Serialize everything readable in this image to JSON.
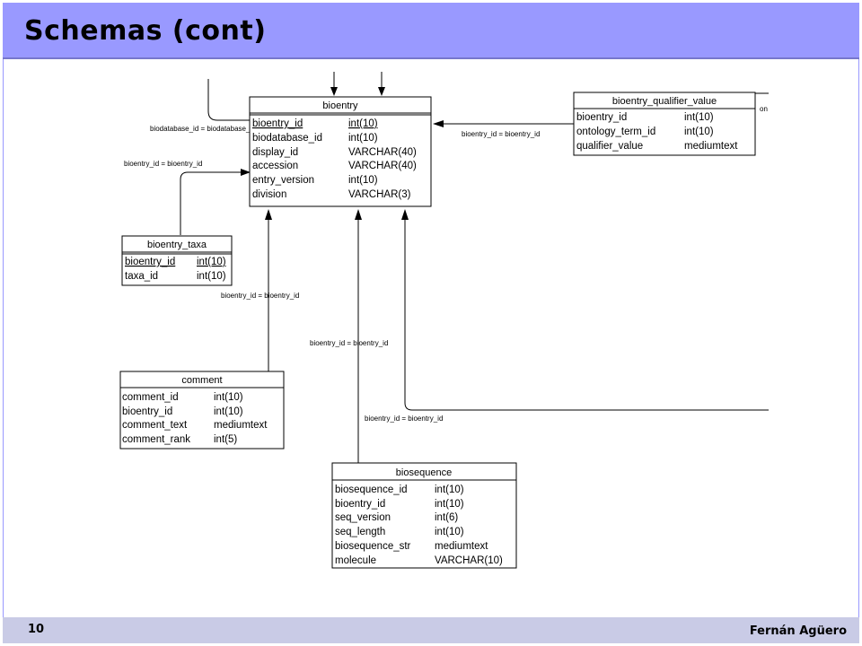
{
  "slide": {
    "title": "Schemas (cont)",
    "page_number": "10",
    "author": "Fernán Agüero"
  },
  "diagram": {
    "entities": {
      "bioentry": {
        "name": "bioentry",
        "columns": [
          {
            "name": "bioentry_id",
            "type": "int(10)",
            "key": true
          },
          {
            "name": "biodatabase_id",
            "type": "int(10)"
          },
          {
            "name": "display_id",
            "type": "VARCHAR(40)"
          },
          {
            "name": "accession",
            "type": "VARCHAR(40)"
          },
          {
            "name": "entry_version",
            "type": "int(10)"
          },
          {
            "name": "division",
            "type": "VARCHAR(3)"
          }
        ]
      },
      "bioentry_qualifier_value": {
        "name": "bioentry_qualifier_value",
        "columns": [
          {
            "name": "bioentry_id",
            "type": "int(10)"
          },
          {
            "name": "ontology_term_id",
            "type": "int(10)"
          },
          {
            "name": "qualifier_value",
            "type": "mediumtext"
          }
        ]
      },
      "bioentry_taxa": {
        "name": "bioentry_taxa",
        "columns": [
          {
            "name": "bioentry_id",
            "type": "int(10)",
            "key": true
          },
          {
            "name": "taxa_id",
            "type": "int(10)"
          }
        ]
      },
      "comment": {
        "name": "comment",
        "columns": [
          {
            "name": "comment_id",
            "type": "int(10)"
          },
          {
            "name": "bioentry_id",
            "type": "int(10)"
          },
          {
            "name": "comment_text",
            "type": "mediumtext"
          },
          {
            "name": "comment_rank",
            "type": "int(5)"
          }
        ]
      },
      "biosequence": {
        "name": "biosequence",
        "columns": [
          {
            "name": "biosequence_id",
            "type": "int(10)"
          },
          {
            "name": "bioentry_id",
            "type": "int(10)"
          },
          {
            "name": "seq_version",
            "type": "int(6)"
          },
          {
            "name": "seq_length",
            "type": "int(10)"
          },
          {
            "name": "biosequence_str",
            "type": "mediumtext"
          },
          {
            "name": "molecule",
            "type": "VARCHAR(10)"
          }
        ]
      }
    },
    "relationships": {
      "biodatabase": "biodatabase_id = biodatabase_id",
      "qualifier": "bioentry_id = bioentry_id",
      "taxa": "bioentry_id = bioentry_id",
      "comment": "bioentry_id = bioentry_id",
      "biosequence": "bioentry_id = bioentry_id",
      "offscreen": "bioentry_id = bioentry_id",
      "truncated_right": "on"
    }
  }
}
